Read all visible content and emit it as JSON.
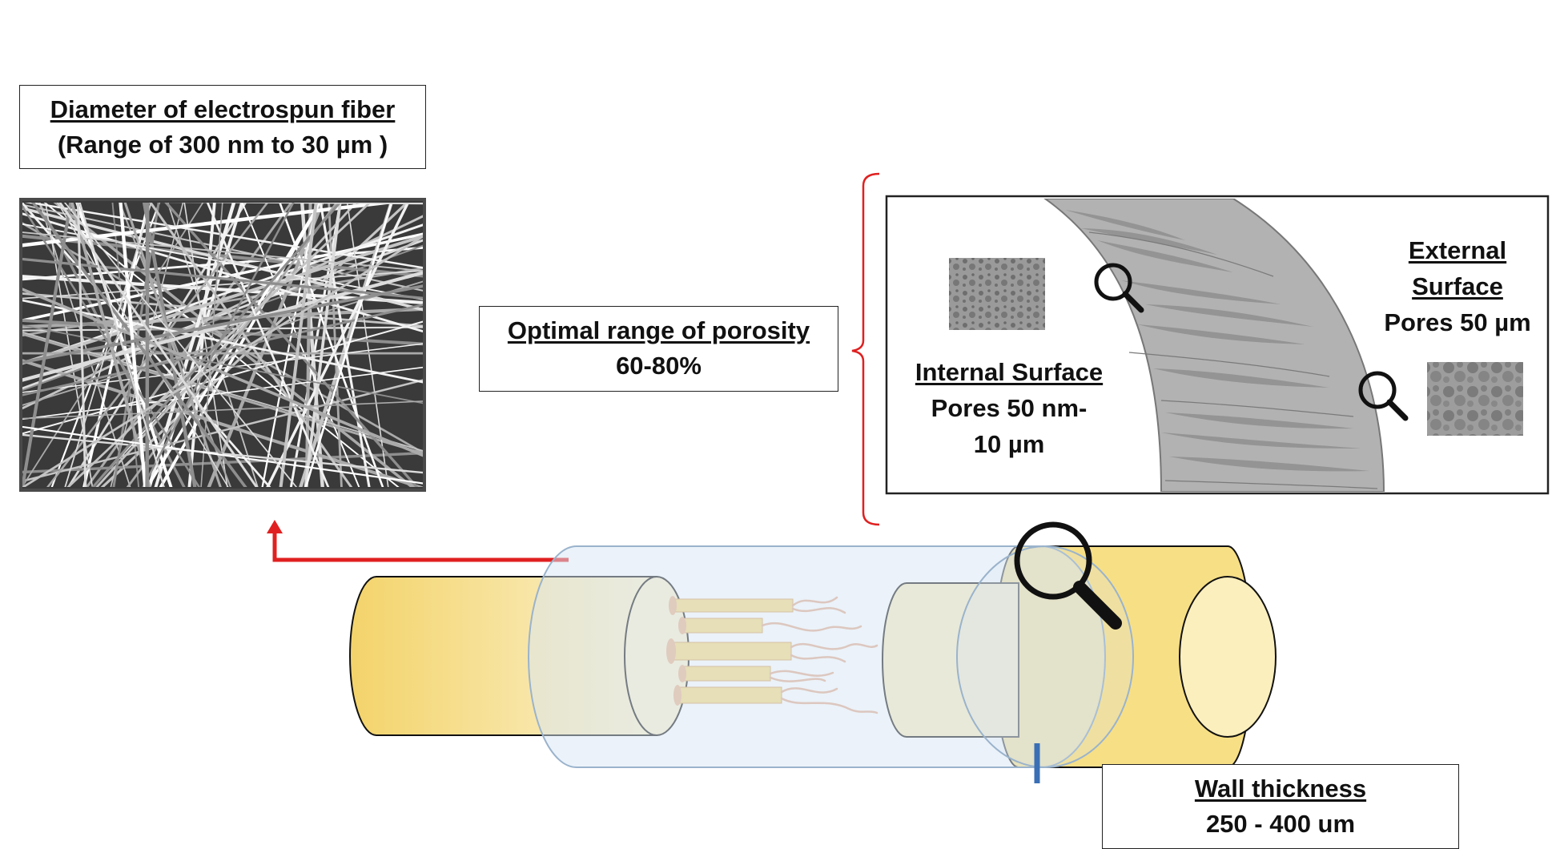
{
  "fiber_box": {
    "title": "Diameter of electrospun fiber",
    "value": "(Range of 300 nm to 30 µm )"
  },
  "porosity_box": {
    "title": "Optimal range of porosity",
    "value": "60-80%"
  },
  "wall_box": {
    "title": "Wall thickness",
    "value": "250 - 400 um"
  },
  "internal_surface": {
    "title": "Internal Surface",
    "line1": "Pores 50 nm-",
    "line2": "10 µm"
  },
  "external_surface": {
    "title_line1": "External",
    "title_line2": "Surface",
    "line1": "Pores 50 µm"
  },
  "colors": {
    "arrow": "#e02020",
    "bracket": "#e02020",
    "nerve_yellow": "#f7df86",
    "conduit": "#dde8f3",
    "wall_marker": "#3a6fb5",
    "fiber_bg": "#3a3a3a"
  },
  "icons": [
    "magnifier-icon"
  ]
}
